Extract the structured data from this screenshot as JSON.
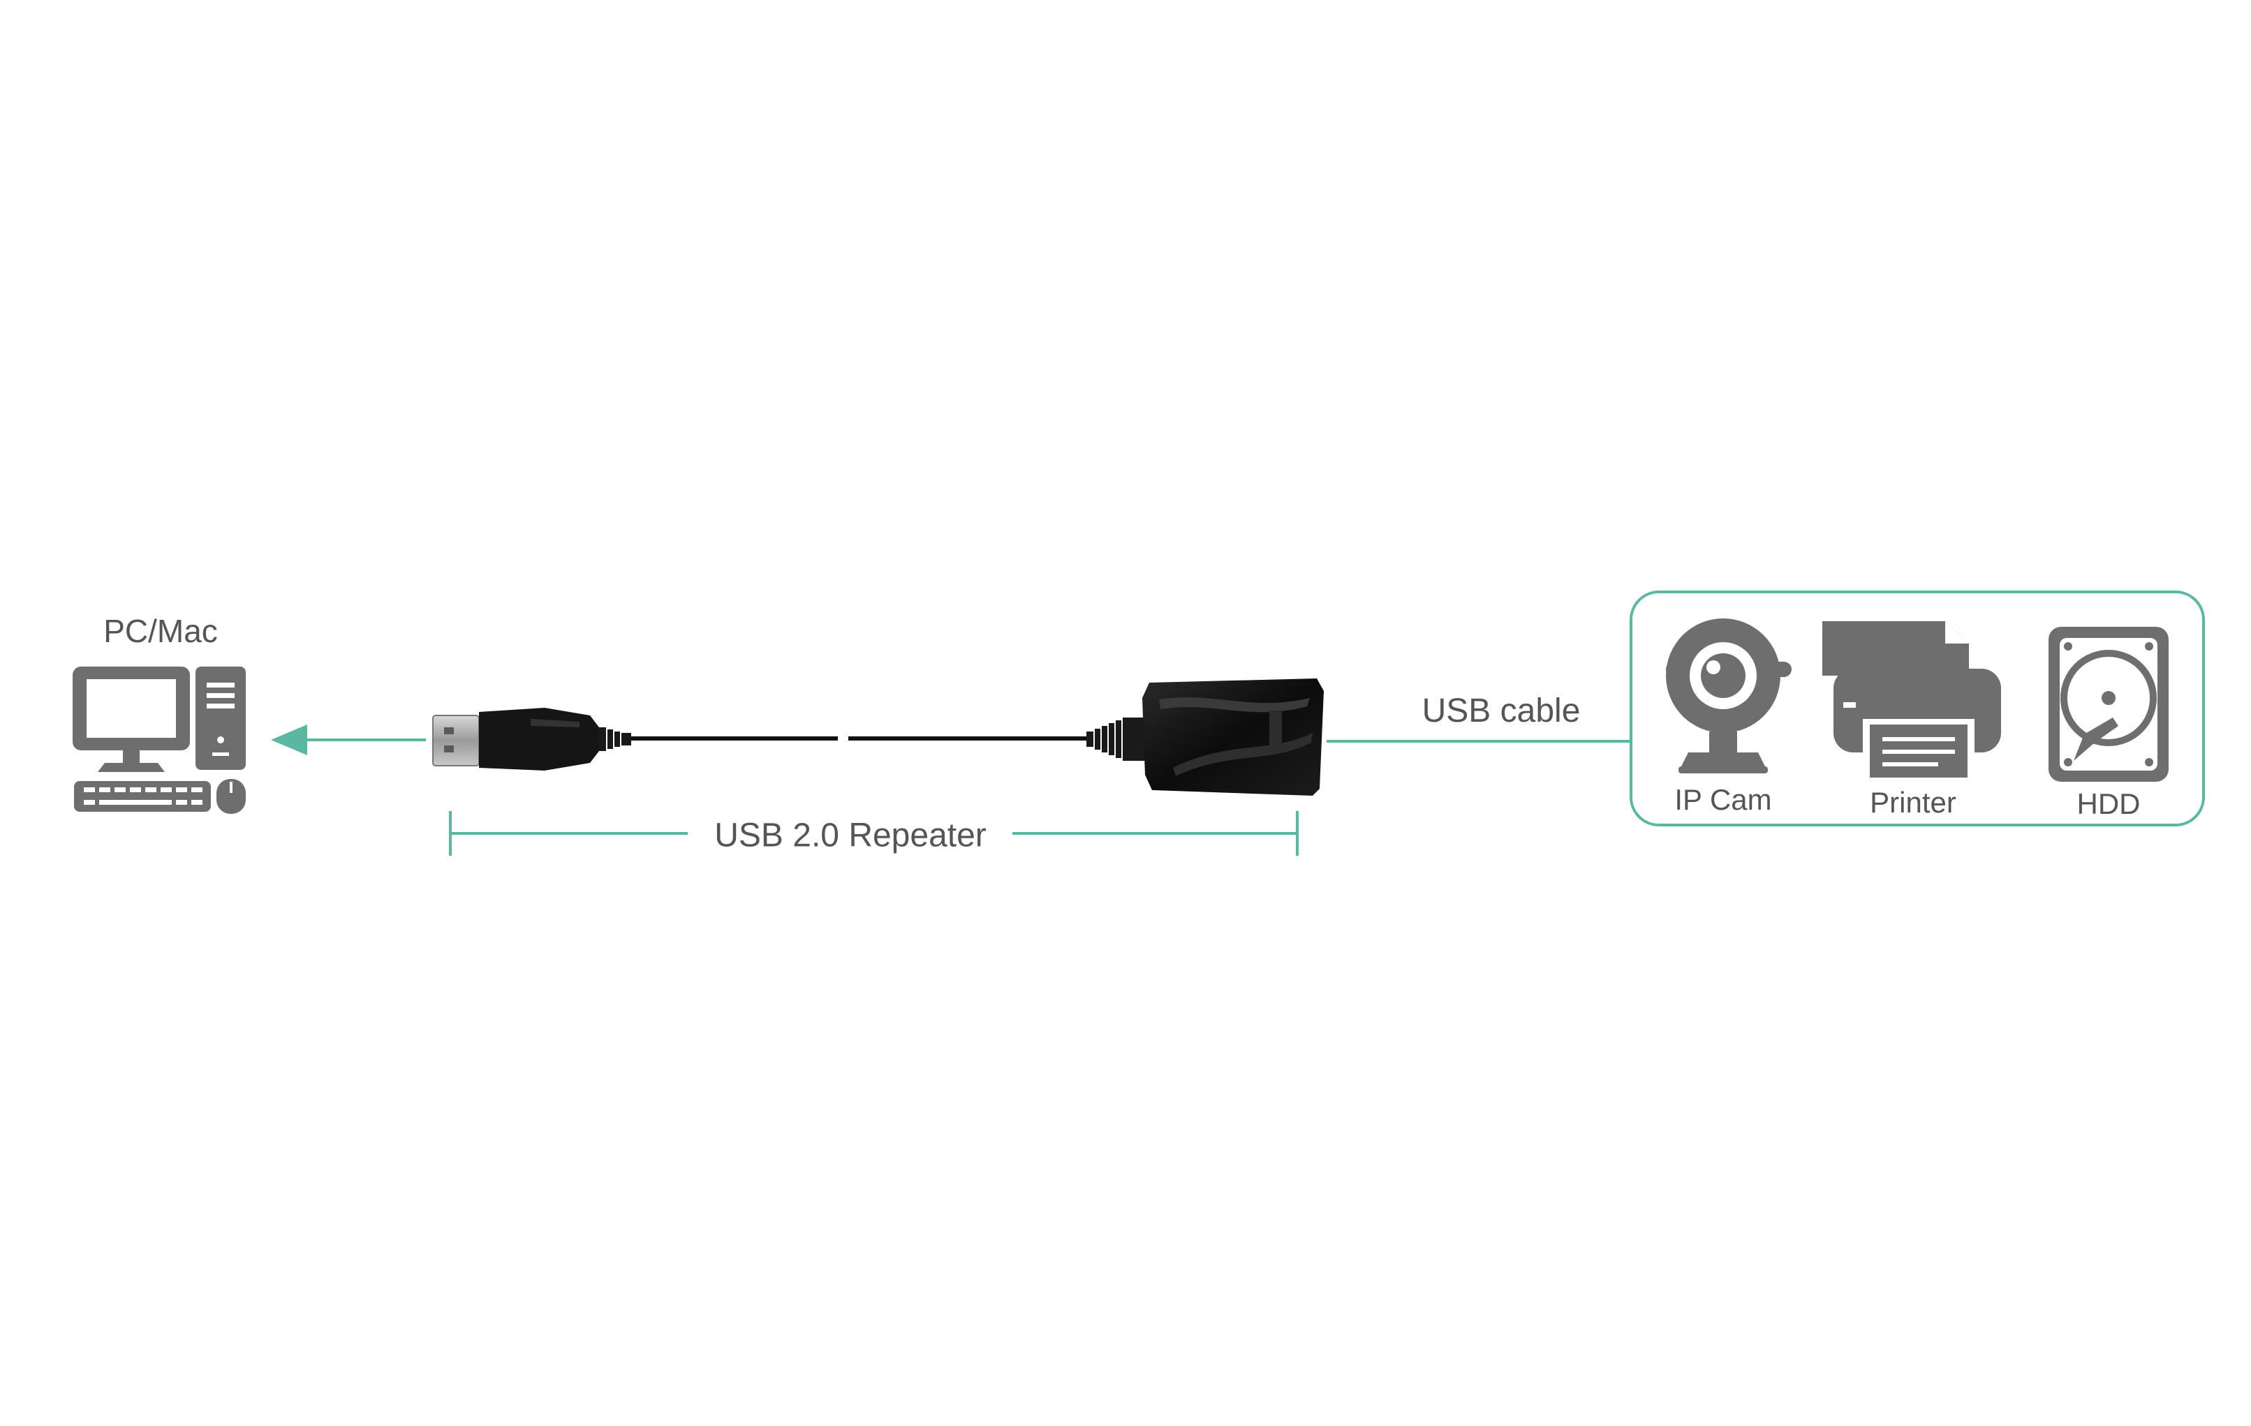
{
  "labels": {
    "pc": "PC/Mac",
    "repeater": "USB 2.0 Repeater",
    "usb_cable": "USB cable",
    "ip_cam": "IP Cam",
    "printer": "Printer",
    "hdd": "HDD"
  },
  "colors": {
    "accent": "#5bb8a0",
    "icon_gray": "#6e6e6e",
    "text_gray": "#555555",
    "cable_black": "#111111"
  },
  "icons": [
    "desktop-computer-icon",
    "webcam-icon",
    "printer-icon",
    "hard-drive-icon",
    "arrow-left-icon"
  ]
}
